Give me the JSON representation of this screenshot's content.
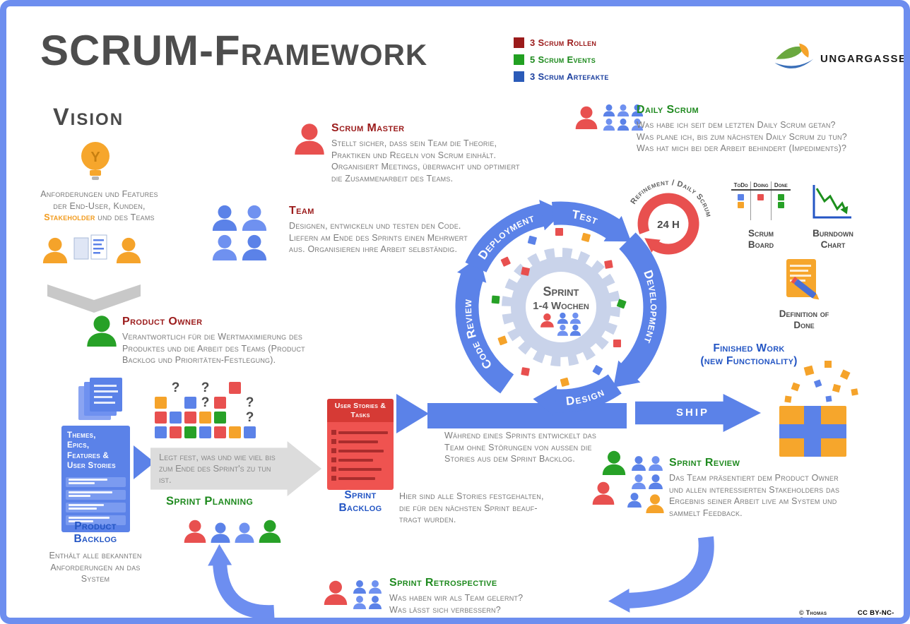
{
  "page": {
    "title_bold": "SCRUM",
    "title_rest": "-Framework",
    "logo_text": "UNGARGASSE",
    "copyright": "© Thomas Gürth",
    "license": "CC BY-NC-SA"
  },
  "legend": {
    "items": [
      {
        "label": "3 Scrum Rollen",
        "color": "#9b1b1b"
      },
      {
        "label": "5 Scrum Events",
        "color": "#22a022"
      },
      {
        "label": "3 Scrum Artefakte",
        "color": "#2b5bb8"
      }
    ]
  },
  "vision": {
    "title": "Vision",
    "text_before": "Anforderungen und Features der End-User, Kunden, ",
    "highlight": "Stakeholder",
    "text_after": " und des Teams"
  },
  "scrum_master": {
    "title": "Scrum Master",
    "text": "Stellt sicher, dass sein Team die Theorie, Praktiken und Regeln von Scrum einhält. Organisiert Meetings, überwacht und optimiert die Zusammenarbeit des Teams."
  },
  "team": {
    "title": "Team",
    "text": "Designen, entwickeln und testen den Code. Liefern am Ende des Sprints einen Mehrwert aus. Organisieren ihre Arbeit selbständig."
  },
  "daily_scrum": {
    "title": "Daily Scrum",
    "lines": [
      "Was habe ich seit dem letzten Daily Scrum getan?",
      "Was plane ich, bis zum nächsten Daily Scrum zu tun?",
      "Was hat mich bei der Arbeit behindert (Impediments)?"
    ]
  },
  "refinement": {
    "curved_label": "Refinement / Daily Scrum",
    "center_label": "24 H"
  },
  "scrum_board": {
    "title": "Scrum Board",
    "columns": [
      "ToDo",
      "Doing",
      "Done"
    ]
  },
  "burndown_chart": {
    "title": "Burndown Chart"
  },
  "sprint_cycle": {
    "center_line1": "Sprint",
    "center_line2": "1-4 Wochen",
    "phases": [
      "Code Review",
      "Deployment",
      "Test",
      "Development",
      "Design"
    ]
  },
  "definition_of_done": {
    "title": "Definition of Done"
  },
  "finished_work": {
    "line1": "Finished Work",
    "line2": "(new Functionality)",
    "ship_label": "SHIP"
  },
  "product_owner": {
    "title": "Product Owner",
    "text": "Verantwortlich für die Wertmaximierung des Produktes und die Arbeit des Teams (Product Backlog und Prioritäten-Festlegung)."
  },
  "product_backlog": {
    "title": "Product Backlog",
    "box_lines": [
      "Themes,",
      "Epics,",
      "Features &",
      "User Stories"
    ],
    "caption": "Enthält alle bekannten Anforderungen an das System"
  },
  "sprint_planning": {
    "title": "Sprint Planning",
    "arrow_text": "Legt fest, was und wie viel bis zum Ende des Sprint's zu tun ist.",
    "question_mark": "?"
  },
  "sprint_backlog": {
    "title": "Sprint Backlog",
    "box_title": "User Stories & Tasks",
    "caption": "Hier sind alle Stories festgehalten, die für den nächsten Sprint beauf-tragt wurden."
  },
  "sprint_note": "Während eines Sprints entwickelt das Team ohne Störungen von aussen die Stories aus dem Sprint Backlog.",
  "sprint_review": {
    "title": "Sprint Review",
    "text": "Das Team präsentiert dem Product Owner und allen interessierten Stakeholders das Ergebnis seiner Arbeit live am System und sammelt Feedback."
  },
  "sprint_retrospective": {
    "title": "Sprint Retrospective",
    "lines": [
      "Was haben wir als Team gelernt?",
      "Was lässt sich verbessern?"
    ]
  },
  "colors": {
    "frame_blue": "#6d8eef",
    "flow_blue": "#5b82e8",
    "role_red": "#e8504f",
    "role_blue": "#5b82e8",
    "role_green": "#27a127",
    "role_orange": "#f5a32a",
    "heading_red": "#9b1b1b",
    "heading_green": "#1f8a1f",
    "heading_blue": "#2456c4",
    "text_gray": "#7b7b7b"
  },
  "icon_names": [
    "lightbulb-icon",
    "stakeholder-icon",
    "documents-icon",
    "chevron-down-icon",
    "scrum-master-icon",
    "team-icon",
    "product-owner-icon",
    "daily-scrum-group-icon",
    "refinement-loop-icon",
    "scrum-board-icon",
    "burndown-chart-icon",
    "gear-icon",
    "definition-of-done-icon",
    "gift-box-icon",
    "ship-arrow-icon",
    "curved-arrow-icon",
    "leaf-logo-icon"
  ]
}
